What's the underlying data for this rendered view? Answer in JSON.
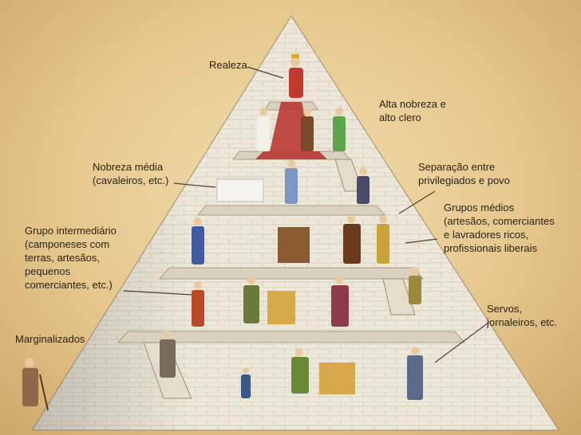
{
  "labels": {
    "realeza": "Realeza",
    "alta_nobreza": "Alta nobreza e alto clero",
    "nobreza_media": "Nobreza média (cavaleiros, etc.)",
    "separacao": "Separação entre privilegiados e povo",
    "grupos_medios": "Grupos médios (artesãos, comerciantes e lavradores ricos, profissionais liberais",
    "grupo_intermediario": "Grupo intermediário (camponeses com terras, artesãos, pequenos comerciantes, etc.)",
    "servos": "Servos, jornaleiros, etc.",
    "marginalizados": "Marginalizados"
  },
  "colors": {
    "parchment": "#e6c88e",
    "pyramid_face": "#efe9dc",
    "brick_line": "#c9c2b1",
    "red_carpet": "#b8302a",
    "leader_line": "#4a4030",
    "text": "#2a2418"
  }
}
